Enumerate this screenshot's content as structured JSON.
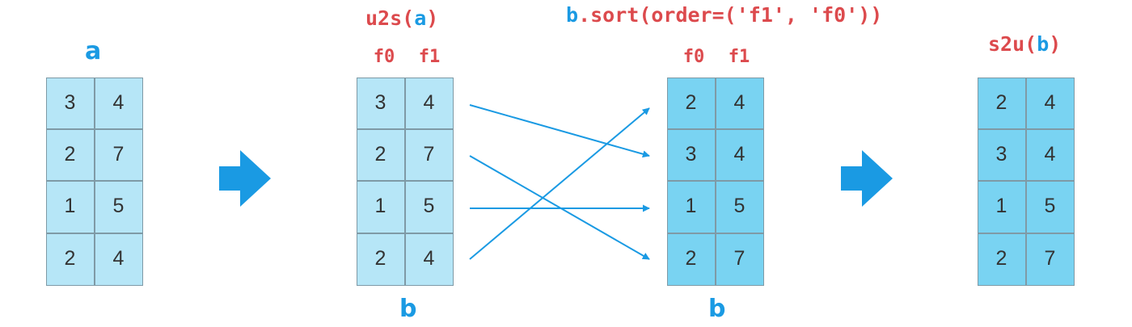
{
  "colors": {
    "red": "#dc4a4d",
    "blue": "#1a9ae3",
    "light_cell": "#b6e6f7",
    "dark_cell": "#79d3f2",
    "border": "#7f9aa6"
  },
  "labels": {
    "a_title": "a",
    "u2s_func": "u2s",
    "u2s_open": "(",
    "u2s_arg": "a",
    "u2s_close": ")",
    "sort_obj": "b",
    "sort_call": ".sort(order=('f1', 'f0'))",
    "s2u_func": "s2u",
    "s2u_open": "(",
    "s2u_arg": "b",
    "s2u_close": ")",
    "b_label_1": "b",
    "b_label_2": "b"
  },
  "headers": {
    "table2": [
      "f0",
      "f1"
    ],
    "table3": [
      "f0",
      "f1"
    ]
  },
  "tables": {
    "table1": [
      [
        "3",
        "4"
      ],
      [
        "2",
        "7"
      ],
      [
        "1",
        "5"
      ],
      [
        "2",
        "4"
      ]
    ],
    "table2": [
      [
        "3",
        "4"
      ],
      [
        "2",
        "7"
      ],
      [
        "1",
        "5"
      ],
      [
        "2",
        "4"
      ]
    ],
    "table3": [
      [
        "2",
        "4"
      ],
      [
        "3",
        "4"
      ],
      [
        "1",
        "5"
      ],
      [
        "2",
        "7"
      ]
    ],
    "table4": [
      [
        "2",
        "4"
      ],
      [
        "3",
        "4"
      ],
      [
        "1",
        "5"
      ],
      [
        "2",
        "7"
      ]
    ]
  },
  "icons": {
    "step_arrow": "right-arrow-icon"
  },
  "mapping": [
    {
      "from_row": 0,
      "to_row": 1
    },
    {
      "from_row": 1,
      "to_row": 3
    },
    {
      "from_row": 2,
      "to_row": 2
    },
    {
      "from_row": 3,
      "to_row": 0
    }
  ]
}
